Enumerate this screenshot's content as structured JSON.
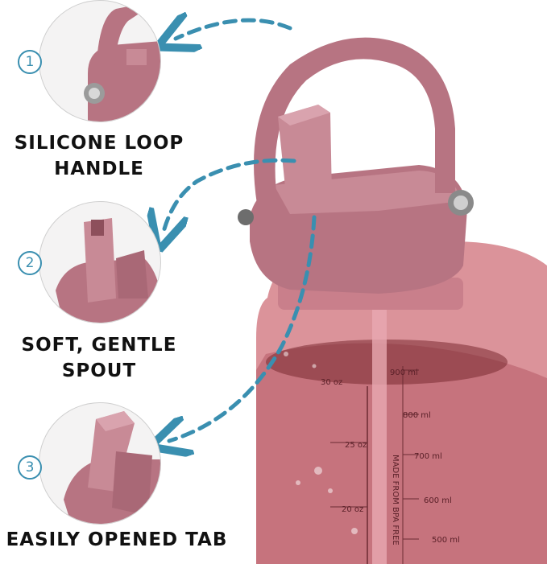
{
  "features": [
    {
      "number": "1",
      "title_line1": "SILICONE LOOP",
      "title_line2": "HANDLE"
    },
    {
      "number": "2",
      "title_line1": "SOFT, GENTLE",
      "title_line2": "SPOUT"
    },
    {
      "number": "3",
      "title_line1": "EASILY OPENED TAB",
      "title_line2": ""
    }
  ],
  "bottle_markings": {
    "oz_30": "30 oz",
    "oz_25": "25 oz",
    "oz_20": "20 oz",
    "ml_900": "900 ml",
    "ml_800": "800 ml",
    "ml_700": "700 ml",
    "ml_600": "600 ml",
    "ml_500": "500 ml",
    "vertical_text": "MADE FROM BPA FREE"
  },
  "colors": {
    "accent_arrow": "#3a8fb0",
    "bottle_lid": "#b77482",
    "bottle_body": "#d98d95",
    "caption_text": "#111111"
  }
}
